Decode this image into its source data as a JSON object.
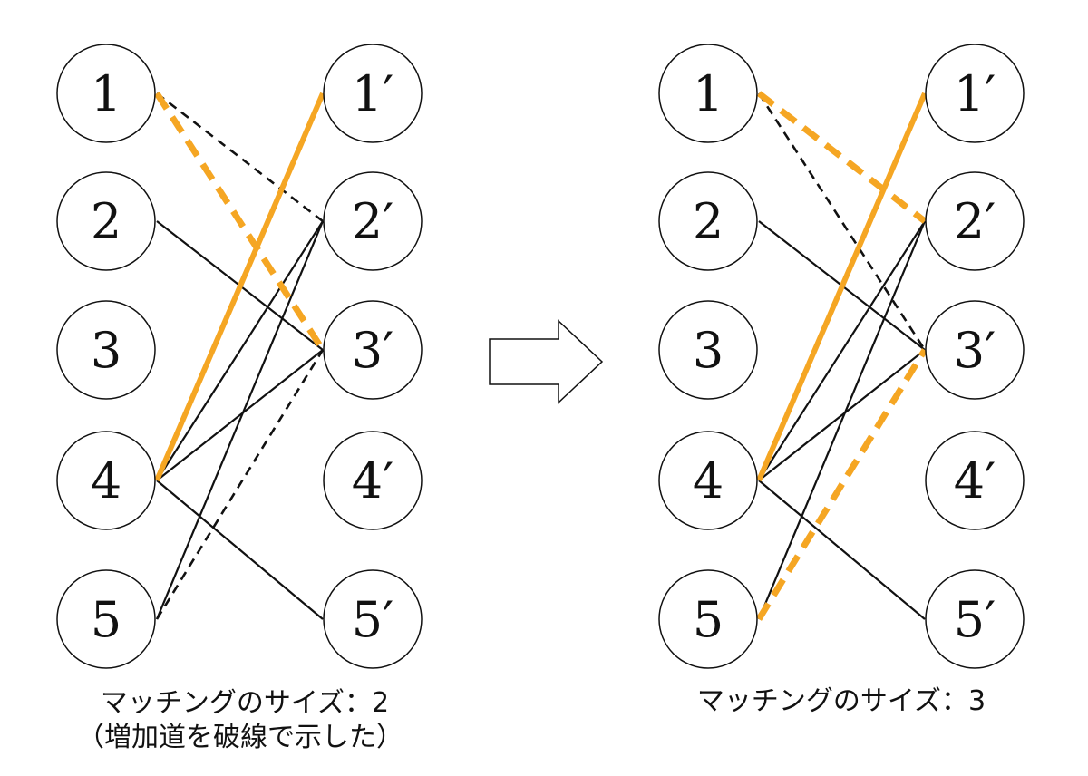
{
  "colors": {
    "matching": "#f5a623",
    "edge": "#111111",
    "node_stroke": "#111111",
    "node_fill": "#ffffff"
  },
  "arrow_icon": "right-arrow-icon",
  "graphs": [
    {
      "left_nodes": [
        "1",
        "2",
        "3",
        "4",
        "5"
      ],
      "right_nodes": [
        "1′",
        "2′",
        "3′",
        "4′",
        "5′"
      ],
      "edges": [
        {
          "from": "1",
          "to": "2′",
          "style": "dashed"
        },
        {
          "from": "1",
          "to": "3′",
          "style": "matching-dashed"
        },
        {
          "from": "2",
          "to": "3′",
          "style": "solid"
        },
        {
          "from": "4",
          "to": "1′",
          "style": "matching"
        },
        {
          "from": "4",
          "to": "2′",
          "style": "solid"
        },
        {
          "from": "4",
          "to": "3′",
          "style": "solid"
        },
        {
          "from": "4",
          "to": "5′",
          "style": "solid"
        },
        {
          "from": "5",
          "to": "2′",
          "style": "solid"
        },
        {
          "from": "5",
          "to": "3′",
          "style": "dashed"
        }
      ],
      "caption_line1": "マッチングのサイズ：2",
      "caption_line2": "（増加道を破線で示した）"
    },
    {
      "left_nodes": [
        "1",
        "2",
        "3",
        "4",
        "5"
      ],
      "right_nodes": [
        "1′",
        "2′",
        "3′",
        "4′",
        "5′"
      ],
      "edges": [
        {
          "from": "1",
          "to": "2′",
          "style": "matching-dashed"
        },
        {
          "from": "1",
          "to": "3′",
          "style": "dashed"
        },
        {
          "from": "2",
          "to": "3′",
          "style": "solid"
        },
        {
          "from": "4",
          "to": "1′",
          "style": "matching"
        },
        {
          "from": "4",
          "to": "2′",
          "style": "solid"
        },
        {
          "from": "4",
          "to": "3′",
          "style": "solid"
        },
        {
          "from": "4",
          "to": "5′",
          "style": "solid"
        },
        {
          "from": "5",
          "to": "2′",
          "style": "solid"
        },
        {
          "from": "5",
          "to": "3′",
          "style": "matching-dashed"
        }
      ],
      "caption_line1": "マッチングのサイズ：3",
      "caption_line2": ""
    }
  ]
}
